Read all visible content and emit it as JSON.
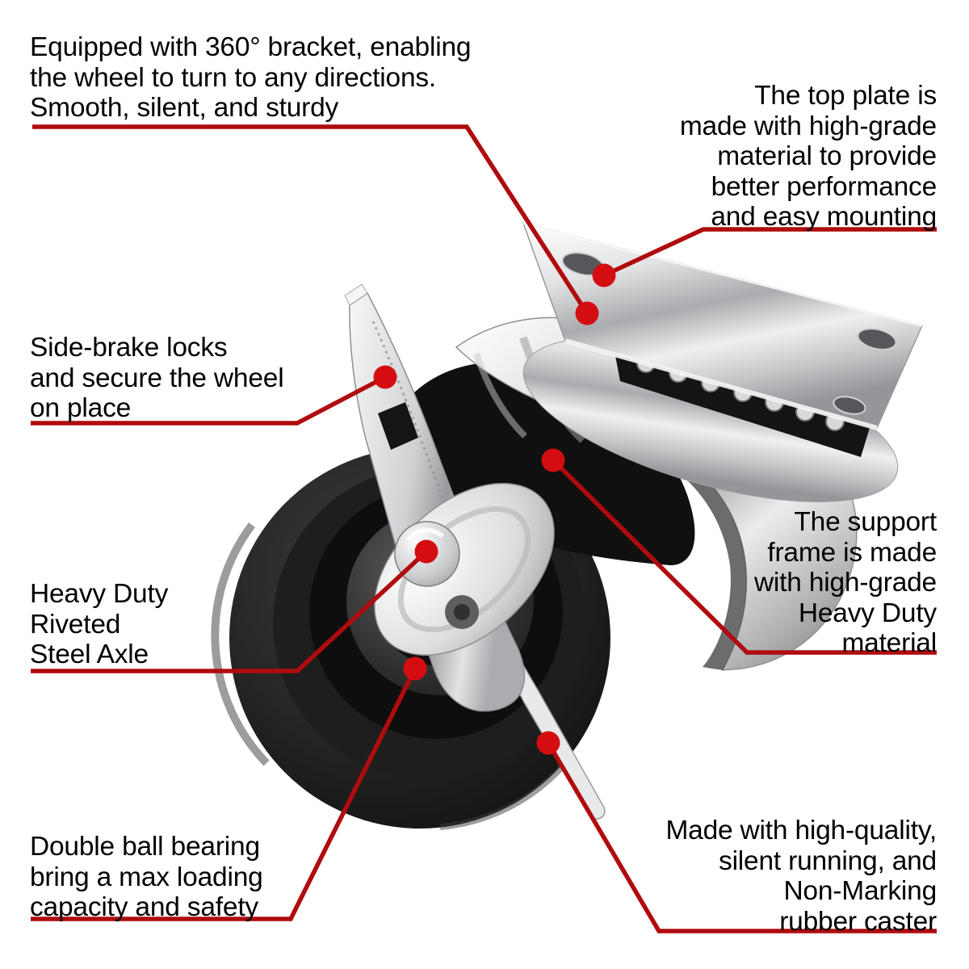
{
  "page": {
    "background": "#ffffff"
  },
  "colors": {
    "callout_line": "#b00b0e",
    "callout_dot": "#d40d11",
    "text": "#000000"
  },
  "callouts": {
    "bracket": {
      "lines": [
        "Equipped with 360° bracket, enabling",
        "the wheel to turn to any directions.",
        "Smooth, silent, and sturdy"
      ]
    },
    "top_plate": {
      "lines": [
        "The top plate is",
        "made with high-grade",
        "material to provide",
        "better performance",
        "and easy mounting"
      ]
    },
    "side_brake": {
      "lines": [
        "Side-brake locks",
        "and secure the wheel",
        "on place"
      ]
    },
    "axle": {
      "lines": [
        "Heavy Duty",
        "Riveted",
        "Steel Axle"
      ]
    },
    "support_frame": {
      "lines": [
        "The support",
        "frame is made",
        "with high-grade",
        "Heavy Duty",
        "material"
      ]
    },
    "ball_bearing": {
      "lines": [
        "Double ball bearing",
        "bring a max loading",
        "capacity and safety"
      ]
    },
    "rubber_caster": {
      "lines": [
        "Made with high-quality,",
        "silent running, and",
        "Non-Marking",
        "rubber caster"
      ]
    }
  }
}
